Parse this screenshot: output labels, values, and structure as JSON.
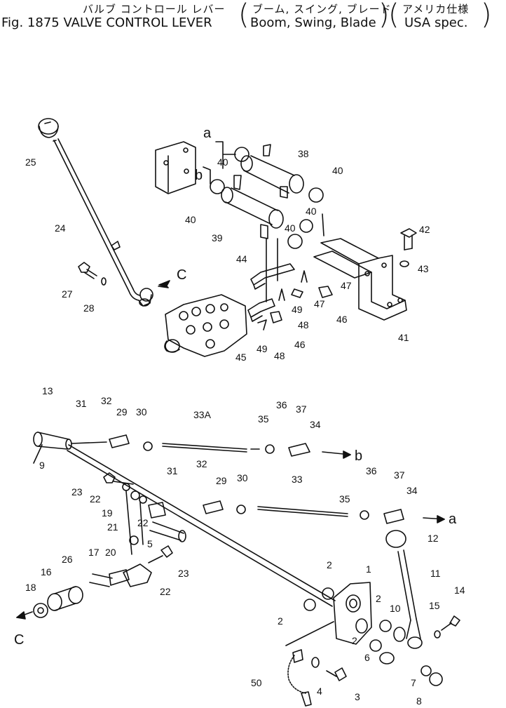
{
  "header": {
    "title_jp": "バルブ コントロール レバー",
    "variant_jp": "ブーム, スイング, ブレード",
    "region_jp": "アメリカ仕様",
    "fig_label": "Fig. 1875 VALVE CONTROL LEVER",
    "variant_en": "Boom, Swing, Blade",
    "region_en": "USA spec."
  },
  "callouts": [
    "25",
    "24",
    "27",
    "28",
    "C",
    "a",
    "b",
    "40",
    "40",
    "38",
    "40",
    "40",
    "40",
    "39",
    "42",
    "43",
    "44",
    "47",
    "47",
    "49",
    "48",
    "46",
    "46",
    "49",
    "45",
    "48",
    "41",
    "13",
    "31",
    "32",
    "29",
    "30",
    "33A",
    "35",
    "36",
    "37",
    "34",
    "b",
    "9",
    "31",
    "32",
    "29",
    "30",
    "33",
    "36",
    "37",
    "23",
    "22",
    "19",
    "22",
    "35",
    "34",
    "a",
    "21",
    "5",
    "12",
    "20",
    "23",
    "26",
    "17",
    "2",
    "1",
    "11",
    "16",
    "22",
    "18",
    "2",
    "2",
    "10",
    "14",
    "15",
    "C",
    "2",
    "6",
    "50",
    "4",
    "3",
    "7",
    "8"
  ]
}
